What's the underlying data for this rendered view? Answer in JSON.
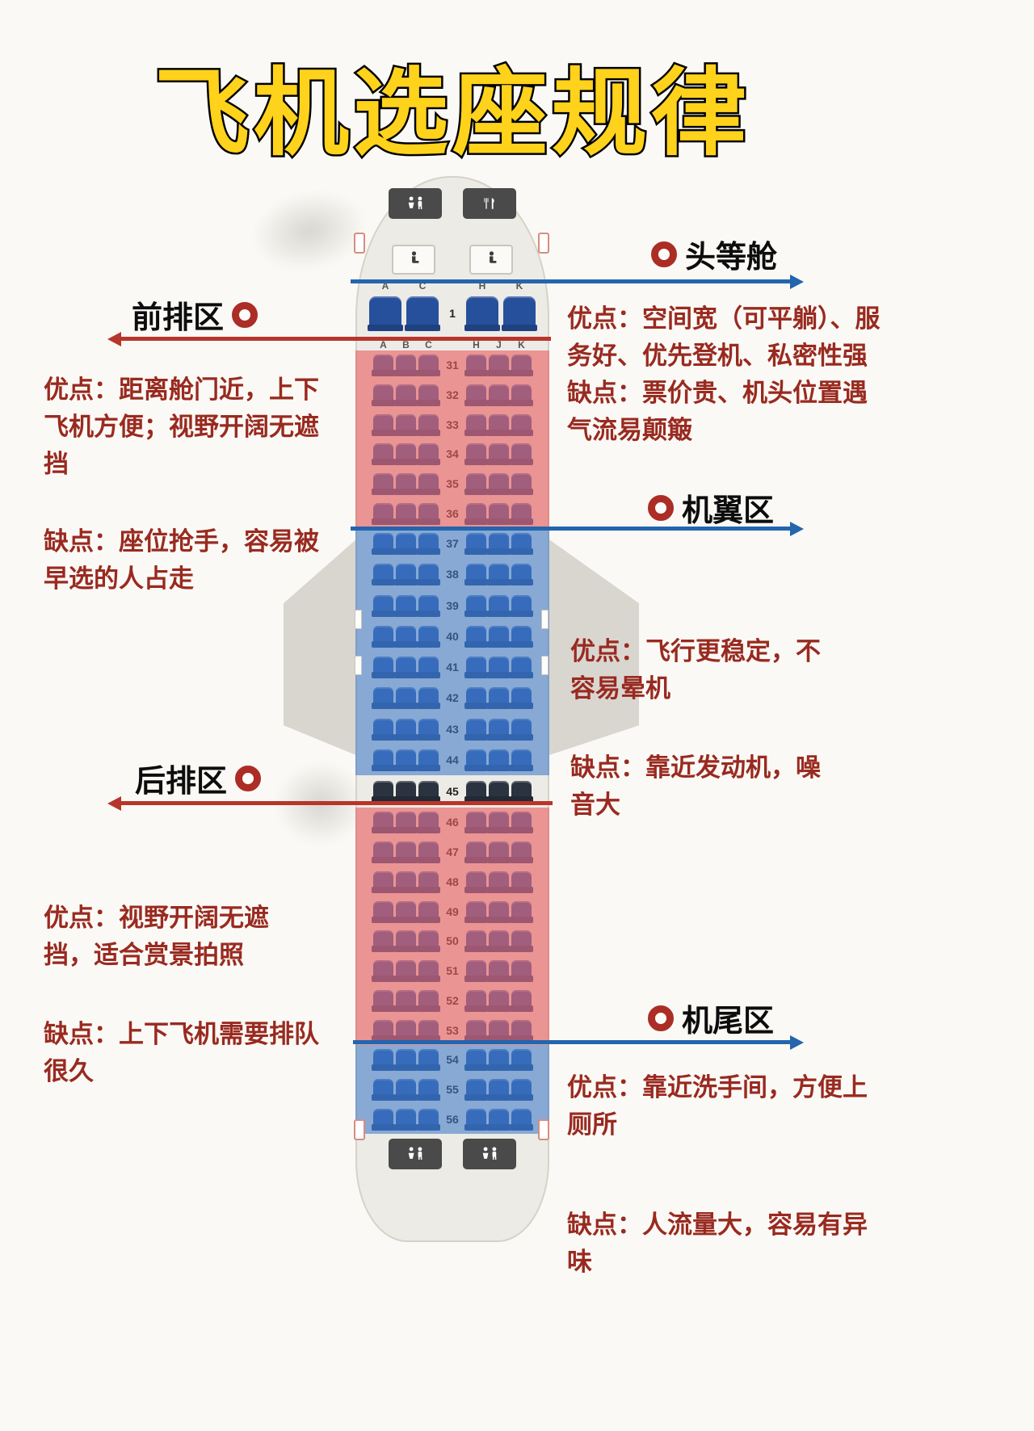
{
  "title": "飞机选座规律",
  "zones": {
    "first_class": {
      "label": "头等舱",
      "pros": "优点：空间宽（可平躺）、服务好、优先登机、私密性强",
      "cons": "缺点：票价贵、机头位置遇气流易颠簸"
    },
    "front": {
      "label": "前排区",
      "pros": "优点：距离舱门近，上下飞机方便；视野开阔无遮挡",
      "cons": "缺点：座位抢手，容易被早选的人占走"
    },
    "wing": {
      "label": "机翼区",
      "pros": "优点：飞行更稳定，不容易晕机",
      "cons": "缺点：靠近发动机，噪音大"
    },
    "rear": {
      "label": "后排区",
      "pros": "优点：视野开阔无遮挡，适合赏景拍照",
      "cons": "缺点：上下飞机需要排队很久"
    },
    "tail": {
      "label": "机尾区",
      "pros": "优点：靠近洗手间，方便上厕所",
      "cons": "缺点：人流量大，容易有异味"
    }
  },
  "seatmap": {
    "first_class": {
      "columns": [
        "A",
        "C",
        "H",
        "K"
      ],
      "rows": [
        1
      ]
    },
    "economy_columns": [
      "A",
      "B",
      "C",
      "H",
      "J",
      "K"
    ],
    "sections": [
      {
        "id": "front",
        "zone": "pink",
        "rows": [
          31,
          32,
          33,
          34,
          35,
          36
        ]
      },
      {
        "id": "wing",
        "zone": "blue",
        "rows": [
          37,
          38,
          39,
          40,
          41,
          42,
          43,
          44
        ]
      },
      {
        "id": "divider",
        "zone": "none",
        "rows": [
          45
        ]
      },
      {
        "id": "rear",
        "zone": "pink",
        "rows": [
          46,
          47,
          48,
          49,
          50,
          51,
          52,
          53
        ]
      },
      {
        "id": "tail",
        "zone": "blue",
        "rows": [
          54,
          55,
          56
        ]
      }
    ],
    "facilities": {
      "nose": [
        "restroom-icon",
        "galley-icon"
      ],
      "tail": [
        "restroom-icon",
        "restroom-icon"
      ]
    }
  },
  "colors": {
    "title": "#ffd21c",
    "note_text": "#992a20",
    "ring": "#ab2d25",
    "arrow_blue": "#2365ae",
    "arrow_red": "#b8352b",
    "zone_pink": "rgba(233,95,95,0.62)",
    "zone_blue": "rgba(62,121,199,0.58)",
    "seat": "#2e5cae"
  }
}
